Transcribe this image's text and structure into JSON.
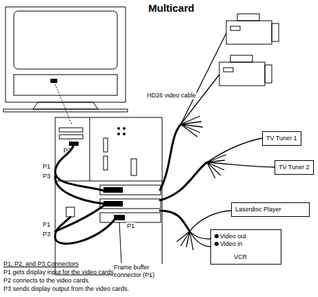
{
  "diagram": {
    "title": "Multicard",
    "nodes": [
      {
        "text": [
          "TV Tuner 1"
        ]
      },
      {
        "text": [
          "TV Tuner 2"
        ]
      },
      {
        "text": [
          "Laserdisc Player"
        ]
      },
      {
        "text": [
          "Video out",
          "Video in",
          "VCR"
        ]
      }
    ],
    "labels": [
      "HD26 video cable",
      "P3",
      "P1",
      "P3",
      "P1",
      "P3",
      "P1",
      "Frame buffer connector (P1)",
      "P1, P2, and P3 Connectors",
      "P1 gets display input for the video cards.",
      "P2 connects to the video cards.",
      "P3 sends display output from the video cards."
    ]
  }
}
